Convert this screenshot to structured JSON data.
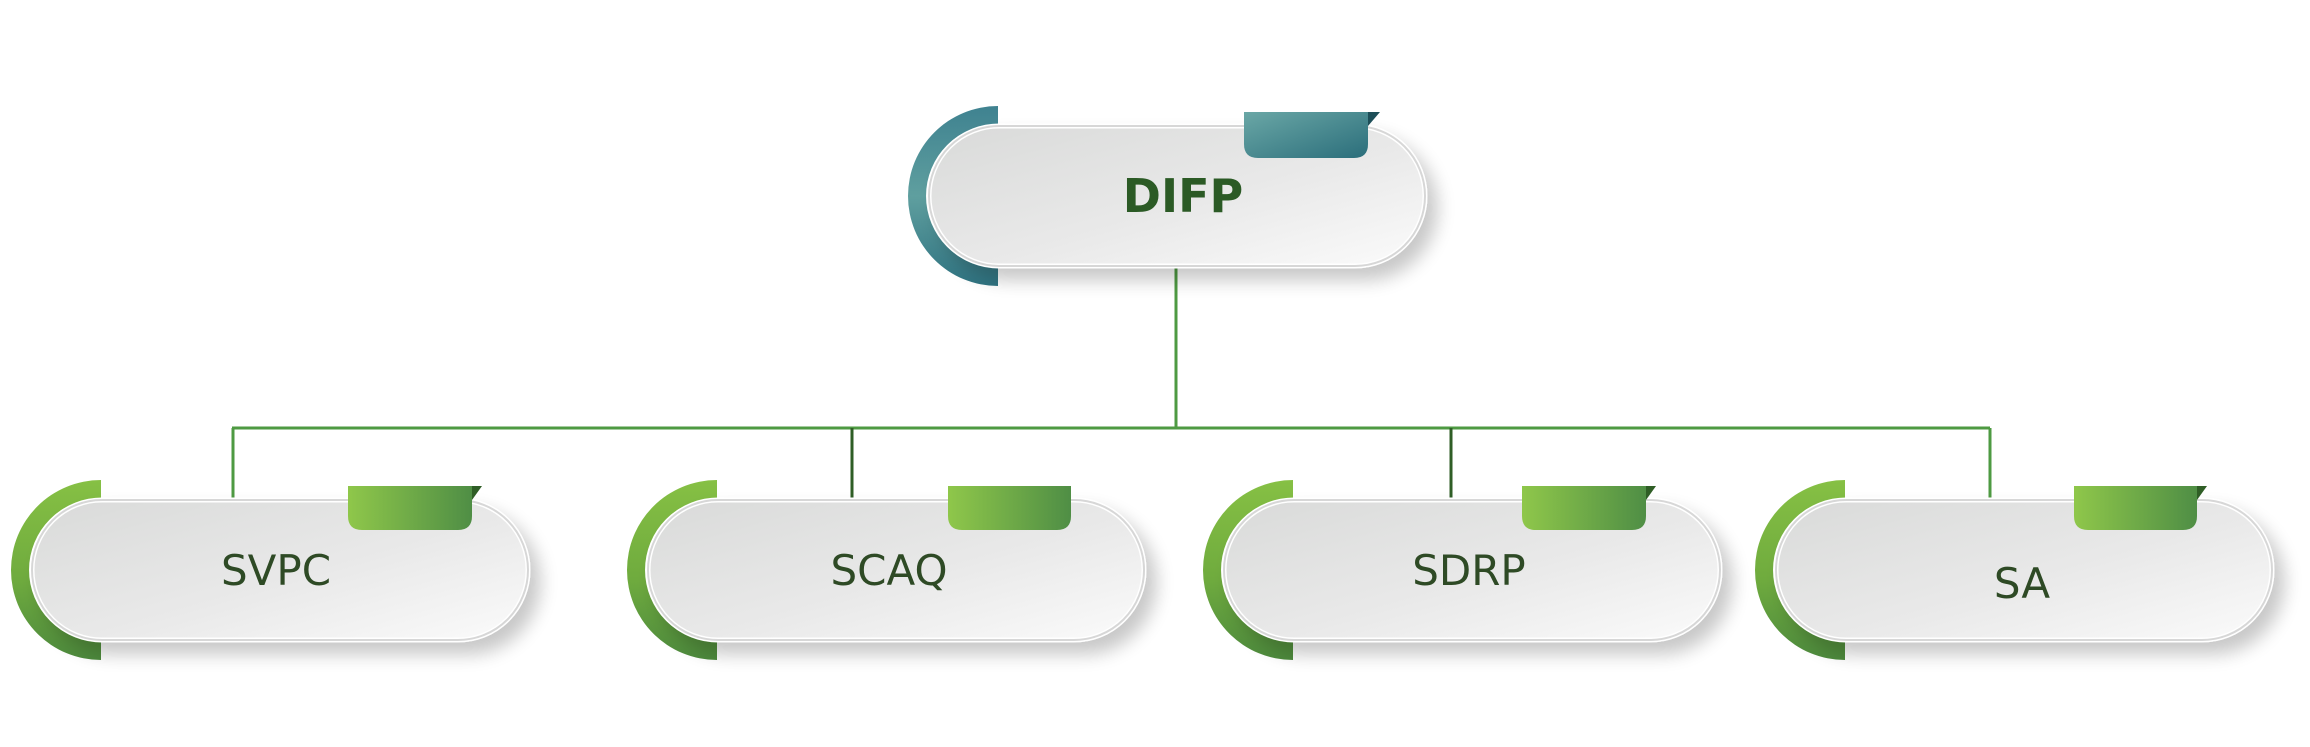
{
  "root": {
    "label": "DIFP"
  },
  "children": [
    {
      "label": "SVPC"
    },
    {
      "label": "SCAQ"
    },
    {
      "label": "SDRP"
    },
    {
      "label": "SA"
    }
  ],
  "colors": {
    "root_accent_light": "#5f9fa0",
    "root_accent_dark": "#2b6f7c",
    "child_accent_light": "#8cc63f",
    "child_accent_dark": "#4b8a3f",
    "connector": "#4e9a42",
    "connector_dark": "#2f5e26",
    "label_text": "#2e4a25",
    "root_text": "#2b5a25",
    "pill_light": "#f7f7f7",
    "pill_dark": "#dcdcdc"
  }
}
